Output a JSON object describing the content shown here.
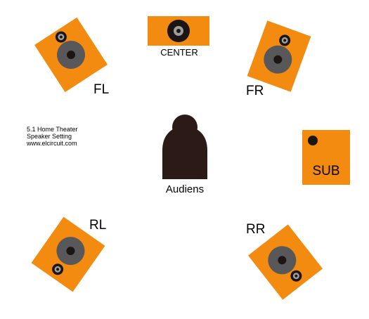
{
  "diagram": {
    "speakers": [
      {
        "id": "fl",
        "label": "FL"
      },
      {
        "id": "center",
        "label": "CENTER"
      },
      {
        "id": "fr",
        "label": "FR"
      },
      {
        "id": "sub",
        "label": "SUB"
      },
      {
        "id": "rl",
        "label": "RL"
      },
      {
        "id": "rr",
        "label": "RR"
      }
    ],
    "listener_label": "Audiens",
    "note_lines": [
      "5.1 Home Theater",
      "Speaker Setting",
      "www.elcircuit.com"
    ],
    "colors": {
      "speaker_box": "#f28b10",
      "woofer_outer": "#58585a",
      "driver_center": "#1b1514",
      "tweeter_ring": "#9e9e9e",
      "person": "#2b1a16",
      "text": "#000000"
    }
  }
}
